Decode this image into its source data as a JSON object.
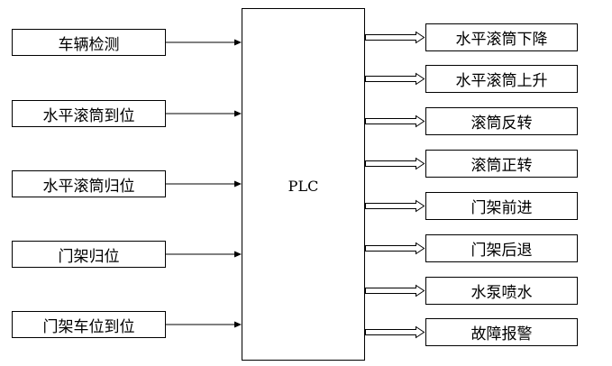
{
  "controller": {
    "label": "PLC"
  },
  "inputs": [
    {
      "label": "车辆检测"
    },
    {
      "label": "水平滚筒到位"
    },
    {
      "label": "水平滚筒归位"
    },
    {
      "label": "门架归位"
    },
    {
      "label": "门架车位到位"
    }
  ],
  "outputs": [
    {
      "label": "水平滚筒下降"
    },
    {
      "label": "水平滚筒上升"
    },
    {
      "label": "滚筒反转"
    },
    {
      "label": "滚筒正转"
    },
    {
      "label": "门架前进"
    },
    {
      "label": "门架后退"
    },
    {
      "label": "水泵喷水"
    },
    {
      "label": "故障报警"
    }
  ],
  "colors": {
    "line": "#000000",
    "background": "#ffffff"
  }
}
